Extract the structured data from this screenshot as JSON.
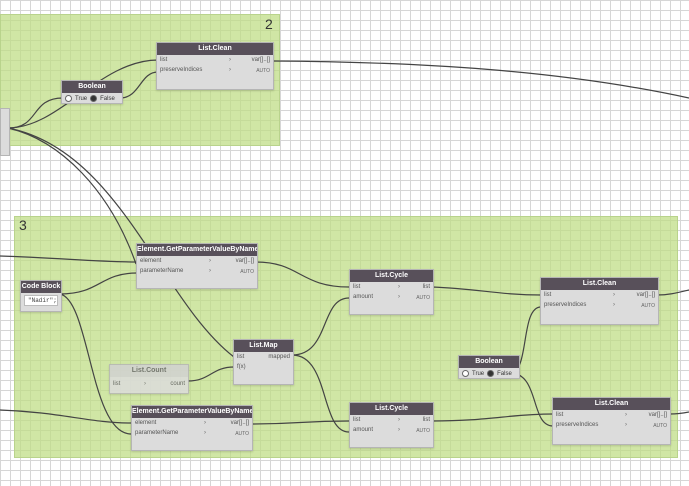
{
  "groups": {
    "g2": {
      "number": "2"
    },
    "g3": {
      "number": "3"
    }
  },
  "nodes": {
    "boolean_top": {
      "title": "Boolean",
      "true_label": "True",
      "false_label": "False"
    },
    "listclean_top": {
      "title": "List.Clean",
      "in1": "list",
      "in2": "preserveIndices",
      "out": "var[]..[]",
      "lacing": "AUTO"
    },
    "getparam_1": {
      "title": "Element.GetParameterValueByName",
      "in1": "element",
      "in2": "parameterName",
      "out": "var[]..[]",
      "lacing": "AUTO"
    },
    "codeblock": {
      "title": "Code Block",
      "code": "\"Nadir\";"
    },
    "listcycle_1": {
      "title": "List.Cycle",
      "in1": "list",
      "in2": "amount",
      "out": "list",
      "lacing": "AUTO"
    },
    "listclean_right1": {
      "title": "List.Clean",
      "in1": "list",
      "in2": "preserveIndices",
      "out": "var[]..[]",
      "lacing": "AUTO"
    },
    "listmap": {
      "title": "List.Map",
      "in1": "list",
      "in2": "f(x)",
      "out": "mapped"
    },
    "listcount": {
      "title": "List.Count",
      "in1": "list",
      "out": "count"
    },
    "boolean_bottom": {
      "title": "Boolean",
      "true_label": "True",
      "false_label": "False"
    },
    "getparam_2": {
      "title": "Element.GetParameterValueByName",
      "in1": "element",
      "in2": "parameterName",
      "out": "var[]..[]",
      "lacing": "AUTO"
    },
    "listcycle_2": {
      "title": "List.Cycle",
      "in1": "list",
      "in2": "amount",
      "out": "list",
      "lacing": "AUTO"
    },
    "listclean_right2": {
      "title": "List.Clean",
      "in1": "list",
      "in2": "preserveIndices",
      "out": "var[]..[]",
      "lacing": "AUTO"
    }
  }
}
